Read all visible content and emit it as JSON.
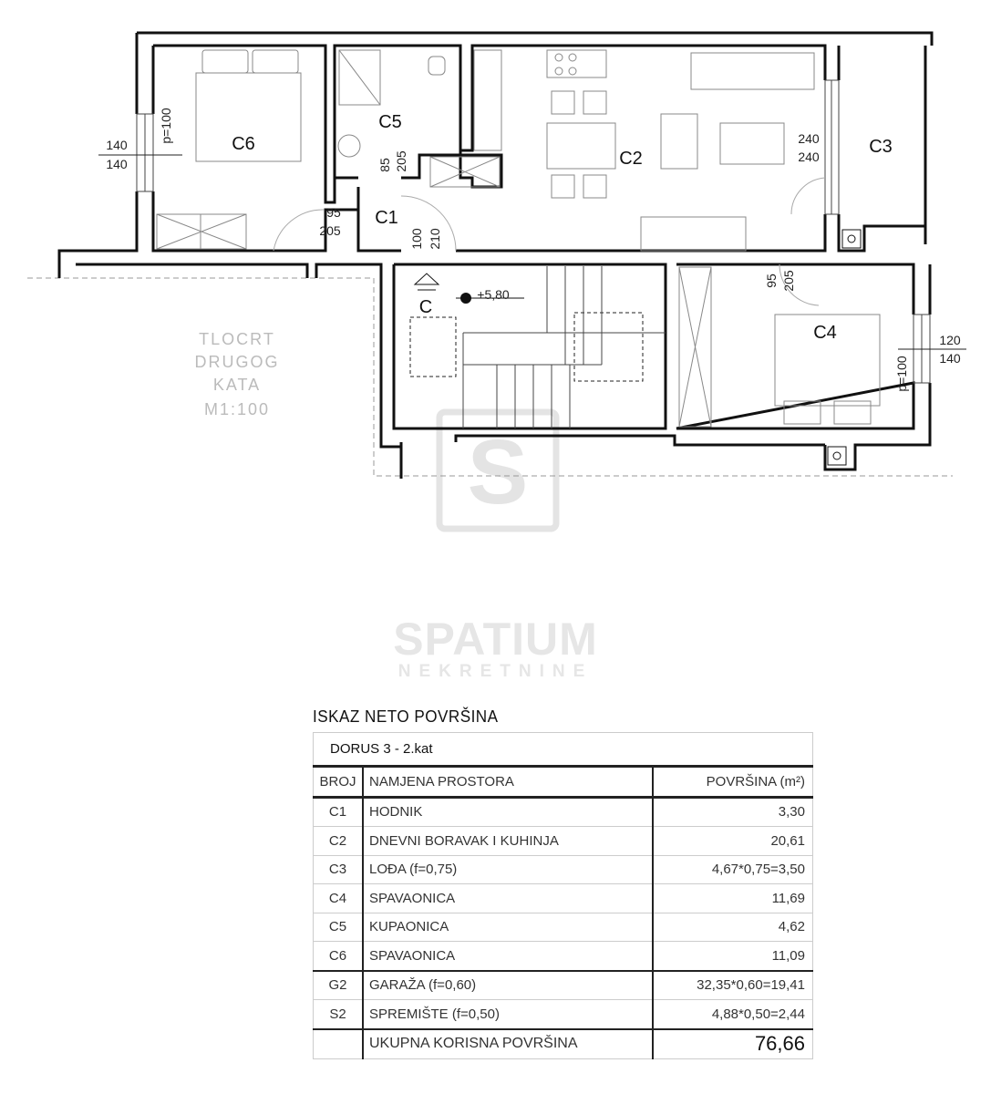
{
  "plan": {
    "rooms": {
      "c1": "C1",
      "c2": "C2",
      "c3": "C3",
      "c4": "C4",
      "c5": "C5",
      "c6": "C6",
      "stair": "C"
    },
    "dims": {
      "c6_window_top": "140",
      "c6_window_bottom": "140",
      "c6_parapet": "p=100",
      "c5_door_w": "85",
      "c5_door_h": "205",
      "c6_door_w": "95",
      "c6_door_h": "205",
      "c1_door_w": "100",
      "c1_door_h": "210",
      "c3_door_top": "240",
      "c3_door_bottom": "240",
      "c4_door_w": "95",
      "c4_door_h": "205",
      "c4_window_top": "120",
      "c4_window_bottom": "140",
      "c4_parapet": "p=100"
    },
    "elevation": "+5,80",
    "caption": [
      "TLOCRT",
      "DRUGOG",
      "KATA",
      "M1:100"
    ]
  },
  "watermark": {
    "letter": "S",
    "name": "SPATIUM",
    "sub": "NEKRETNINE"
  },
  "table": {
    "title": "ISKAZ NETO POVRŠINA",
    "subtitle": "DORUS 3 - 2.kat",
    "headers": {
      "broj": "BROJ",
      "namjena": "NAMJENA PROSTORA",
      "povrsina": "POVRŠINA (m²)"
    },
    "rows": [
      {
        "broj": "C1",
        "namjena": "HODNIK",
        "povrsina": "3,30"
      },
      {
        "broj": "C2",
        "namjena": "DNEVNI BORAVAK I KUHINJA",
        "povrsina": "20,61"
      },
      {
        "broj": "C3",
        "namjena": "LOĐA (f=0,75)",
        "povrsina": "4,67*0,75=3,50"
      },
      {
        "broj": "C4",
        "namjena": "SPAVAONICA",
        "povrsina": "11,69"
      },
      {
        "broj": "C5",
        "namjena": "KUPAONICA",
        "povrsina": "4,62"
      },
      {
        "broj": "C6",
        "namjena": "SPAVAONICA",
        "povrsina": "11,09"
      },
      {
        "broj": "G2",
        "namjena": "GARAŽA (f=0,60)",
        "povrsina": "32,35*0,60=19,41"
      },
      {
        "broj": "S2",
        "namjena": "SPREMIŠTE (f=0,50)",
        "povrsina": "4,88*0,50=2,44"
      }
    ],
    "total": {
      "label": "UKUPNA KORISNA POVRŠINA",
      "value": "76,66"
    }
  }
}
